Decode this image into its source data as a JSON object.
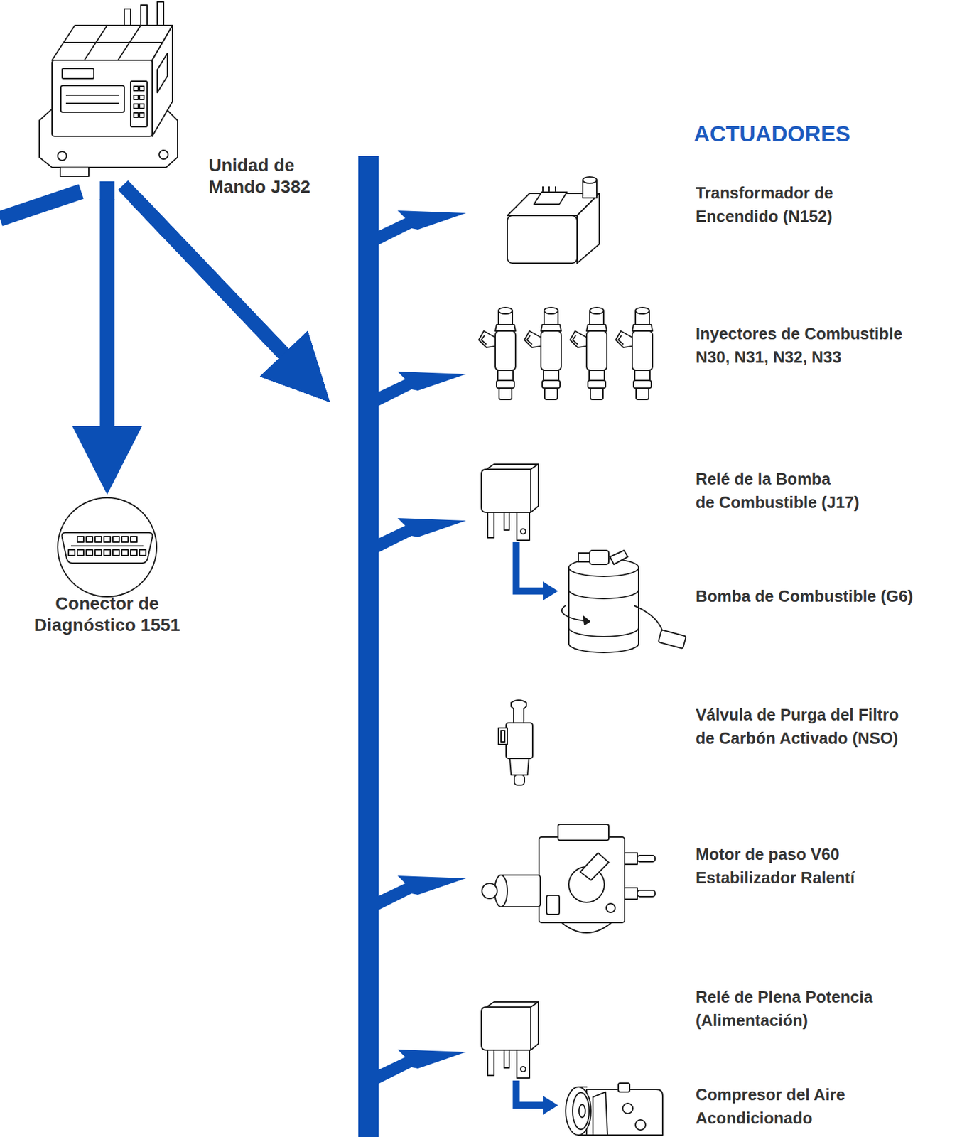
{
  "diagram": {
    "nodes": [
      {
        "text": [
          "Unidad de Mando J382"
        ]
      },
      {
        "text": [
          "Conector de Diagnóstico 1551"
        ]
      },
      {
        "text": [
          "Transformador de Encendido (N152)"
        ]
      },
      {
        "text": [
          "Inyectores de Combustible N30, N31, N32, N33"
        ]
      },
      {
        "text": [
          "Relé de la Bomba de Combustible (J17)"
        ]
      },
      {
        "text": [
          "Bomba de Combustible (G6)"
        ]
      },
      {
        "text": [
          "Válvula de Purga del Filtro de Carbón Activado (NSO)"
        ]
      },
      {
        "text": [
          "Motor de paso V60 Estabilizador Ralentí"
        ]
      },
      {
        "text": [
          "Relé de Plena Potencia (Alimentación)"
        ]
      },
      {
        "text": [
          "Compresor del Aire Acondicionado"
        ]
      }
    ],
    "edges": [
      {
        "from": 0,
        "to": 1,
        "arrow": "to"
      },
      {
        "from": 0,
        "to": 2,
        "arrow": "to"
      },
      {
        "from": 0,
        "to": 3,
        "arrow": "to"
      },
      {
        "from": 0,
        "to": 4,
        "arrow": "to"
      },
      {
        "from": 0,
        "to": 7,
        "arrow": "to"
      },
      {
        "from": 0,
        "to": 8,
        "arrow": "to"
      },
      {
        "from": 4,
        "to": 5,
        "arrow": "to"
      },
      {
        "from": 8,
        "to": 9,
        "arrow": "to"
      }
    ],
    "labels": [
      "ACTUADORES"
    ]
  }
}
